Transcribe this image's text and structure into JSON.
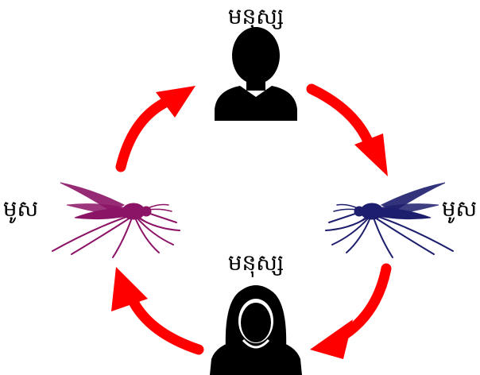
{
  "nodes": {
    "top": {
      "label": "មនុស្ស",
      "icon": "man-silhouette-icon"
    },
    "right": {
      "label": "មូស",
      "icon": "mosquito-icon"
    },
    "bottom": {
      "label": "មនុស្ស",
      "icon": "woman-silhouette-icon"
    },
    "left": {
      "label": "មូស",
      "icon": "mosquito-icon"
    }
  },
  "colors": {
    "arrow": "#ff0000",
    "person": "#000000",
    "mosquito_right": "#1e1e6e",
    "mosquito_left": "#8c1466"
  }
}
